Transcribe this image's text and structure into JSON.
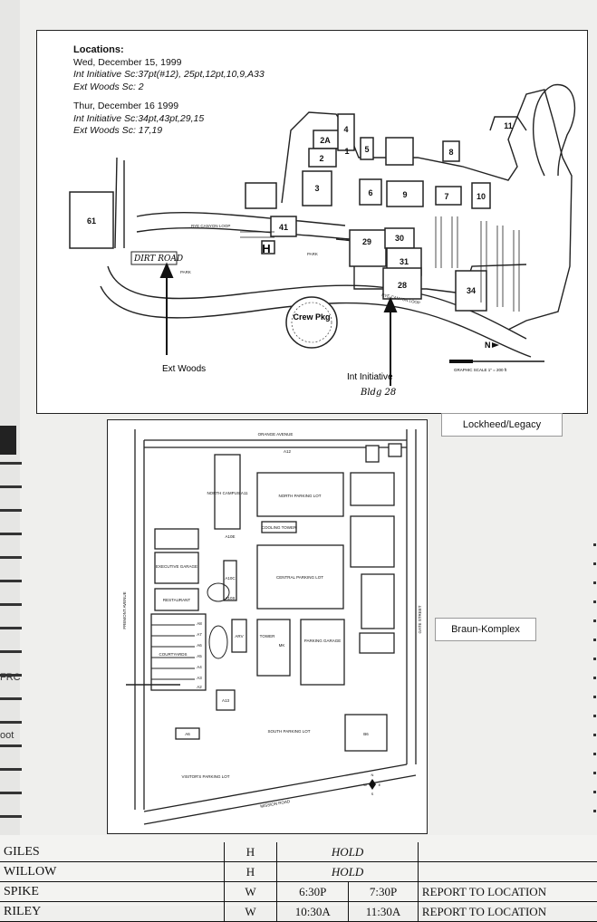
{
  "lockheed_map": {
    "notes": {
      "heading": "Locations:",
      "day1": "Wed, December 15, 1999",
      "day1_int": "Int  Initiative Sc:37pt(#12), 25pt,12pt,10,9,A33",
      "day1_ext": "Ext Woods Sc: 2",
      "day2": "Thur, December 16 1999",
      "day2_int": "Int  Initiative Sc:34pt,43pt,29,15",
      "day2_ext": "Ext Woods Sc: 17,19"
    },
    "buildings": [
      "1",
      "2A",
      "2",
      "3",
      "4",
      "5",
      "6",
      "7",
      "8",
      "9",
      "10",
      "11",
      "28",
      "29",
      "30",
      "31",
      "34",
      "41",
      "61",
      "H"
    ],
    "road_labels": [
      "RYE CANYON LOOP",
      "RYE CANYON LOOP",
      "PARK",
      "PARK"
    ],
    "handwritten": {
      "dirt_road": "DIRT ROAD",
      "bldg": "Bldg 28"
    },
    "crew_pkg": "Crew Pkg",
    "ext_woods": "Ext Woods",
    "int_initiative": "Int Initiative",
    "scale_text": "GRAPHIC SCALE 1\" = 200 ft",
    "north": "N"
  },
  "label_lockheed": "Lockheed/Legacy",
  "braun_map": {
    "streets": {
      "top": "ORANGE AVENUE",
      "left": "FREMONT AVENUE",
      "right": "GATE STREET",
      "bottom": "MISSION ROAD"
    },
    "areas": {
      "north_campus": "NORTH CAMPUS A11",
      "north_lot": "NORTH PARKING LOT",
      "cooling": "COOLING TOWER",
      "central_lot": "CENTRAL PARKING LOT",
      "exec_garage": "EXECUTIVE GARAGE",
      "restaurant": "RESTAURANT",
      "courtyards": "COURTYARDS",
      "arv": "ARV",
      "tower": "TOWER",
      "mk": "MK",
      "parking_garage": "PARKING GARAGE",
      "south_lot": "SOUTH PARKING LOT",
      "visitors_lot": "VISITOR'S PARKING LOT",
      "a12": "A12",
      "a13": "A13",
      "a6": "A6",
      "b6": "B6",
      "a10c": "A10C",
      "a10e": "A10E",
      "a10s": "A10S"
    },
    "a_labels": [
      "A8",
      "A7",
      "A6",
      "A5",
      "A4",
      "A3",
      "A2"
    ],
    "compass": {
      "n": "N",
      "e": "E",
      "s": "S",
      "w": "W"
    }
  },
  "label_braun": "Braun-Komplex",
  "edge_words": [
    "FRC",
    "oot"
  ],
  "schedule": [
    {
      "name": "GILES",
      "code": "H",
      "start": "HOLD",
      "end": "",
      "note": ""
    },
    {
      "name": "WILLOW",
      "code": "H",
      "start": "HOLD",
      "end": "",
      "note": ""
    },
    {
      "name": "SPIKE",
      "code": "W",
      "start": "6:30P",
      "end": "7:30P",
      "note": "REPORT TO LOCATION"
    },
    {
      "name": "RILEY",
      "code": "W",
      "start": "10:30A",
      "end": "11:30A",
      "note": "REPORT TO LOCATION"
    }
  ]
}
